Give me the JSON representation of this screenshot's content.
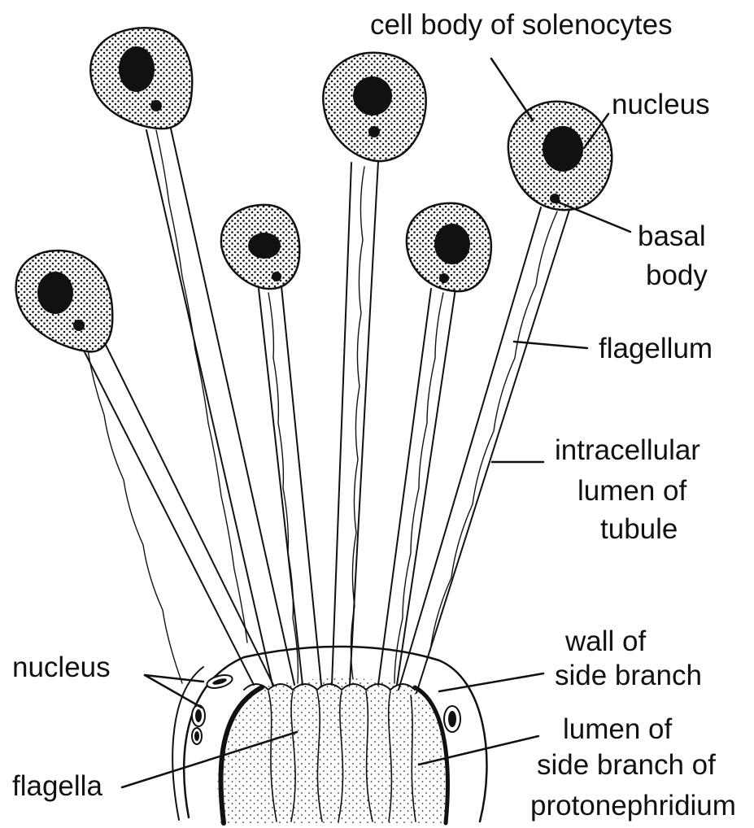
{
  "labels": {
    "cell_body": "cell body of solenocytes",
    "nucleus_top": "nucleus",
    "basal_1": "basal",
    "basal_2": "body",
    "flagellum": "flagellum",
    "intra_1": "intracellular",
    "intra_2": "lumen of",
    "intra_3": "tubule",
    "wall_1": "wall of",
    "wall_2": "side branch",
    "nucleus_left": "nucleus",
    "flagella": "flagella",
    "lumen_1": "lumen of",
    "lumen_2": "side branch of",
    "lumen_3": "protonephridium"
  },
  "colors": {
    "ink": "#111111",
    "background": "#ffffff"
  }
}
